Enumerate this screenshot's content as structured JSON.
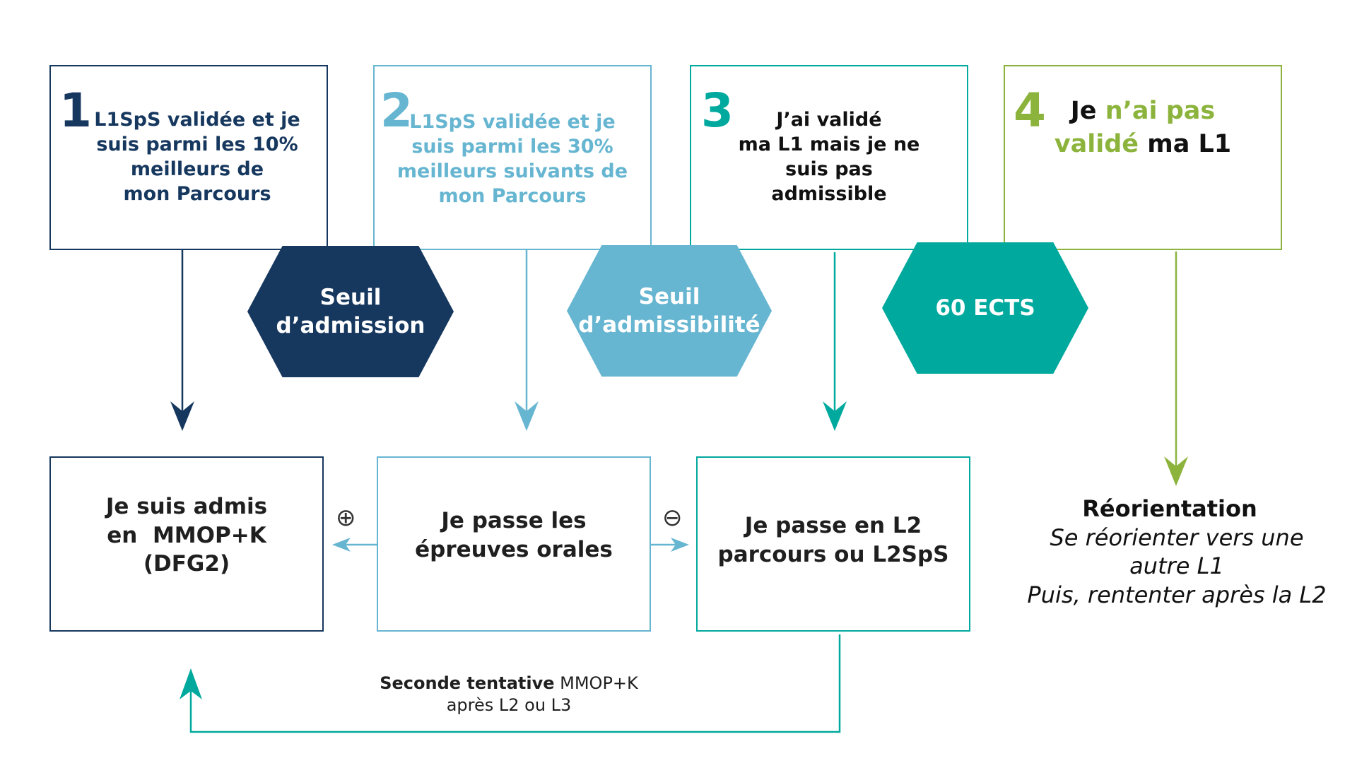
{
  "colors": {
    "navy": "#16375e",
    "lightblue": "#66b5d1",
    "teal": "#00a99d",
    "green": "#8cb43c"
  },
  "steps": [
    {
      "number": "1",
      "lines": [
        "L1SpS validée et je",
        "suis parmi les 10%",
        "meilleurs de",
        "mon Parcours"
      ]
    },
    {
      "number": "2",
      "lines": [
        "L1SpS validée et je",
        "suis parmi les 30%",
        "meilleurs suivants de",
        "mon Parcours"
      ]
    },
    {
      "number": "3",
      "lines": [
        "J’ai validé",
        "ma L1 mais je ne",
        "suis pas",
        "admissible"
      ]
    },
    {
      "number": "4",
      "line1_pre": "Je ",
      "line1_highlight": "n’ai pas",
      "line2_highlight": "validé",
      "line2_post": " ma L1"
    }
  ],
  "thresholds": [
    {
      "lines": [
        "Seuil",
        "d’admission"
      ]
    },
    {
      "lines": [
        "Seuil",
        "d’admissibilité"
      ]
    },
    {
      "lines": [
        "60 ECTS"
      ]
    }
  ],
  "outcomes": [
    {
      "lines": [
        "Je suis admis",
        "en  MMOP+K",
        "(DFG2)"
      ]
    },
    {
      "lines": [
        "Je passe les",
        "épreuves orales"
      ]
    },
    {
      "lines": [
        "Je passe en L2",
        "parcours ou L2SpS"
      ]
    }
  ],
  "symbols": {
    "plus": "⊕",
    "minus": "⊖"
  },
  "reorientation": {
    "title": "Réorientation",
    "lines": [
      "Se réorienter vers une",
      "autre L1",
      "Puis, rententer après la L2"
    ]
  },
  "second_attempt": {
    "bold": "Seconde tentative",
    "rest": " MMOP+K",
    "line2": "après L2 ou L3"
  }
}
